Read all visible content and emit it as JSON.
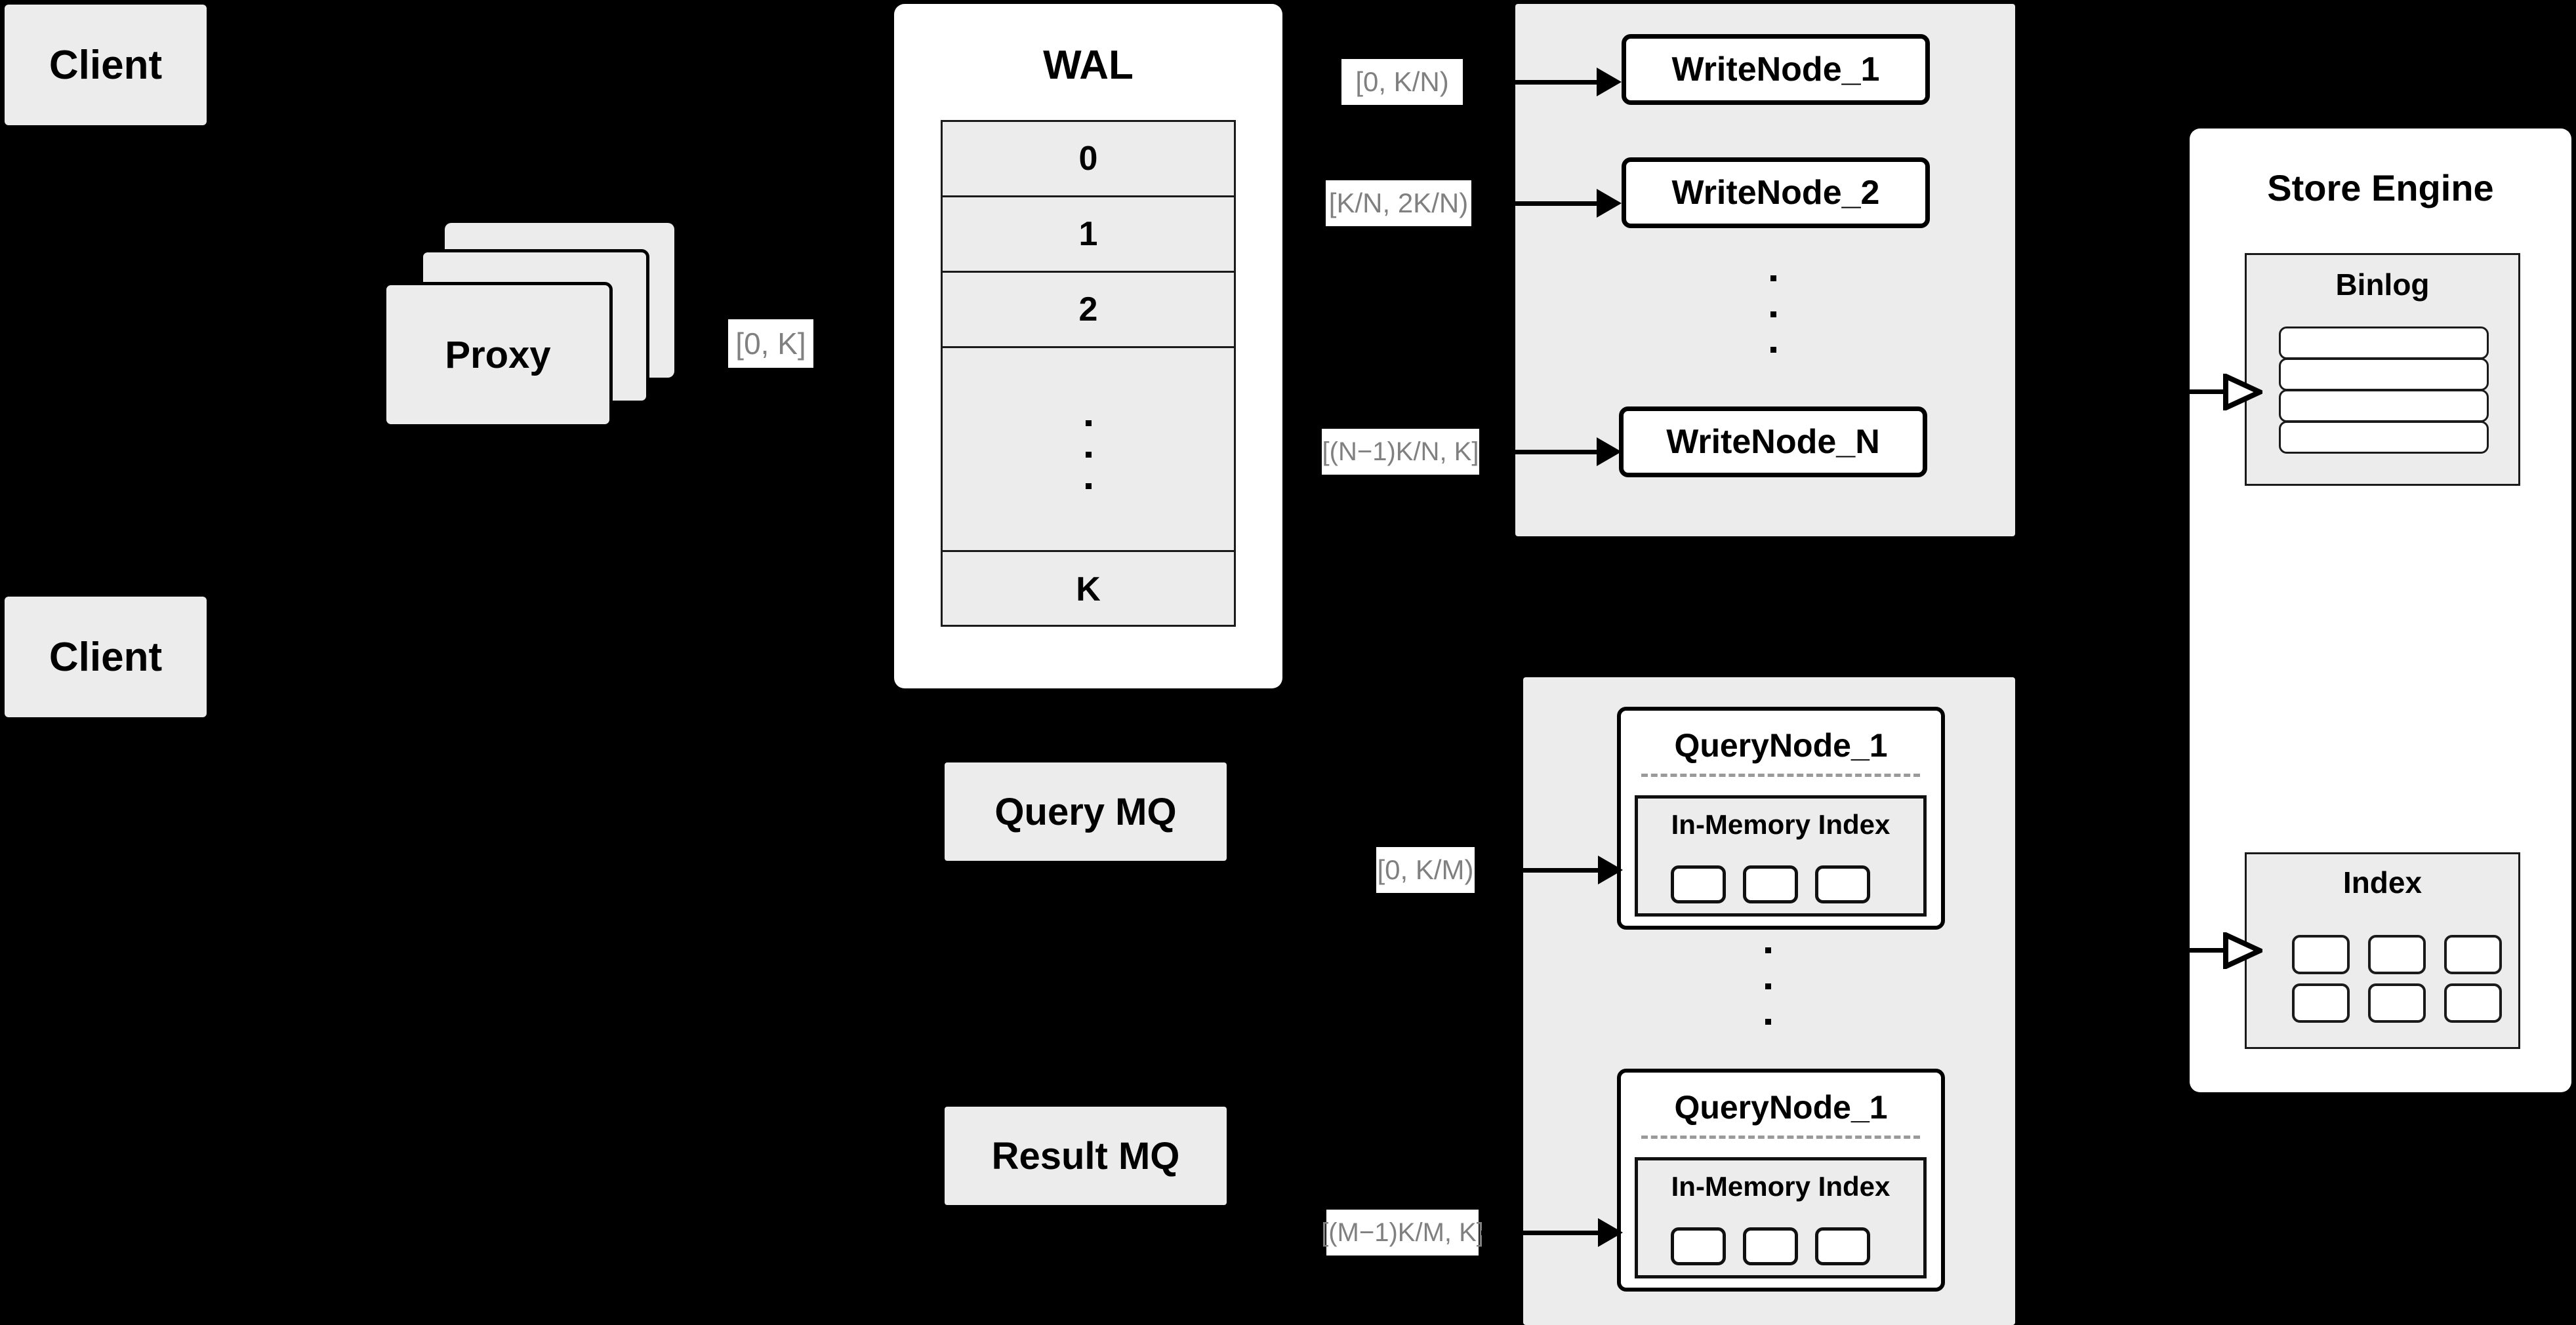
{
  "diagram": {
    "background_color": "#000000",
    "surface_color": "#ececec",
    "card_color": "#ffffff",
    "stroke_color": "#000000",
    "label_text_color": "#808080"
  },
  "clients": [
    {
      "label": "Client"
    },
    {
      "label": "Client"
    }
  ],
  "proxy": {
    "label": "Proxy",
    "stack_count": 3
  },
  "proxy_range_label": "[0, K]",
  "wal": {
    "title": "WAL",
    "rows": [
      "0",
      "1",
      "2",
      "",
      "K"
    ],
    "ellipsis_row_index": 3,
    "ellipsis_dots": 3
  },
  "write_cluster": {
    "nodes": [
      {
        "label": "WriteNode_1",
        "range": "[0,  K/N)"
      },
      {
        "label": "WriteNode_2",
        "range": "[K/N, 2K/N)"
      },
      {
        "label": "WriteNode_N",
        "range": "[(N−1)K/N,  K]"
      }
    ],
    "ellipsis_dots": 3
  },
  "query_cluster": {
    "nodes": [
      {
        "label": "QueryNode_1",
        "range": "[0, K/M)",
        "inmemory": {
          "title": "In-Memory Index",
          "cells": 3
        }
      },
      {
        "label": "QueryNode_1",
        "range": "[(M−1)K/M, K]",
        "inmemory": {
          "title": "In-Memory Index",
          "cells": 3
        }
      }
    ],
    "ellipsis_dots": 3
  },
  "message_queues": [
    {
      "label": "Query MQ"
    },
    {
      "label": "Result MQ"
    }
  ],
  "store_engine": {
    "title": "Store Engine",
    "binlog": {
      "title": "Binlog",
      "bars": 4
    },
    "index": {
      "title": "Index",
      "rows": 2,
      "cols": 3,
      "cells": 6
    }
  }
}
